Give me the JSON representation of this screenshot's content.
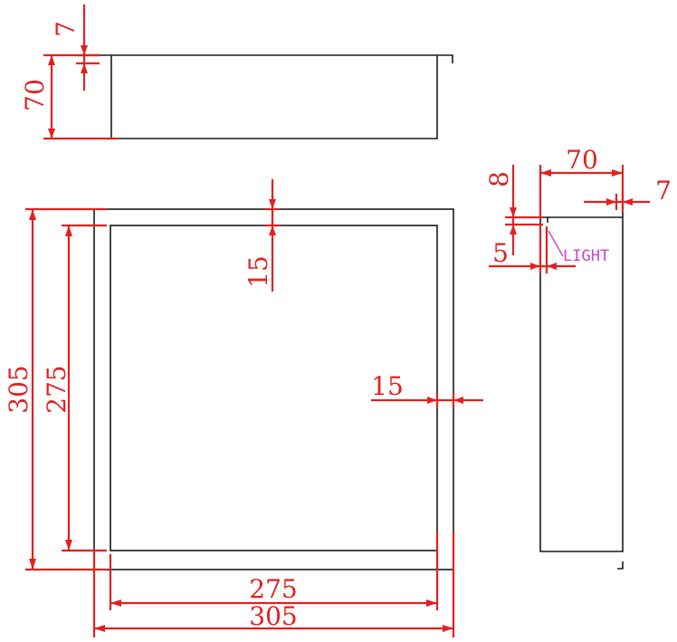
{
  "top_view": {
    "dim_flange": "7",
    "dim_depth": "70"
  },
  "front_view": {
    "dim_outer_height": "305",
    "dim_inner_height": "275",
    "dim_top_border": "15",
    "dim_side_border": "15",
    "dim_inner_width": "275",
    "dim_outer_width": "305"
  },
  "side_view": {
    "dim_depth": "70",
    "dim_flange": "7",
    "dim_lip": "8",
    "dim_gap": "5",
    "light_label": "LIGHT"
  },
  "colors": {
    "dimension": "#e32020",
    "outline": "#1a1a1a",
    "light_label": "#d43fd4"
  }
}
